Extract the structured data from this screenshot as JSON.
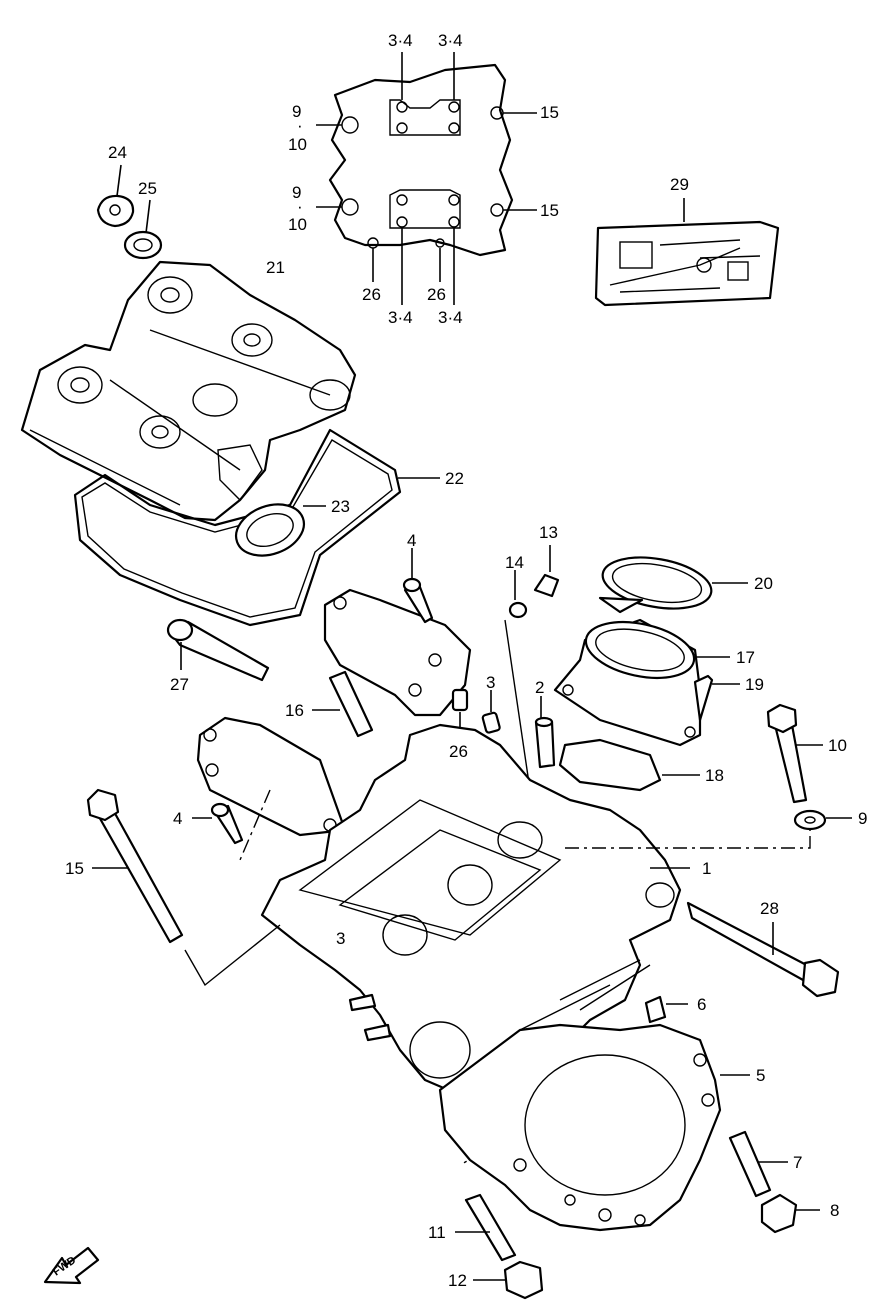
{
  "callouts": {
    "c1": "1",
    "c2": "2",
    "c3a": "3",
    "c3b": "3",
    "c4a": "4",
    "c4b": "4",
    "c5": "5",
    "c6": "6",
    "c7": "7",
    "c8": "8",
    "c9a": "9",
    "c9b": "9",
    "c9c": "9",
    "c10a": "10",
    "c10b": "10",
    "c10c": "10",
    "c11": "11",
    "c12": "12",
    "c13": "13",
    "c14": "14",
    "c15a": "15",
    "c15b": "15",
    "c15c": "15",
    "c16": "16",
    "c17": "17",
    "c18": "18",
    "c19": "19",
    "c20": "20",
    "c21": "21",
    "c22": "22",
    "c23": "23",
    "c24": "24",
    "c25": "25",
    "c26a": "26",
    "c26b": "26",
    "c26c": "26",
    "c27": "27",
    "c28": "28",
    "c29": "29",
    "c34a": "3·4",
    "c34b": "3·4",
    "c34c": "3·4",
    "c34d": "3·4"
  },
  "fwd": "FWD"
}
